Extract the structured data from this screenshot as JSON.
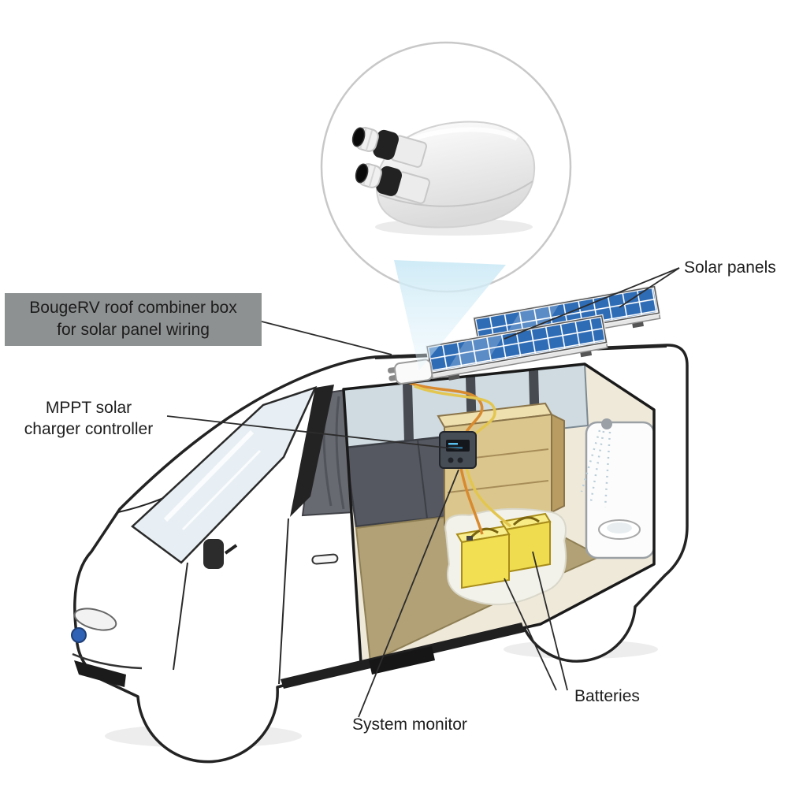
{
  "labels": {
    "solar_panels": "Solar panels",
    "combiner": {
      "line1": "BougeRV roof combiner box",
      "line2": "for solar panel wiring"
    },
    "mppt": {
      "line1": "MPPT solar",
      "line2": "charger controller"
    },
    "batteries": "Batteries",
    "system_monitor": "System monitor"
  },
  "colors": {
    "label_box_bg": "#8e9192",
    "label_text": "#1c1c1c",
    "leader_line": "#2c2c2c",
    "solar_panel_blue": "#2e6cb6",
    "battery_yellow": "#f2e052",
    "cabinet_tan": "#dbc78e",
    "floor_tan": "#b2a176",
    "beam_blue": "#cdeaf6",
    "badge_blue": "#2f62b5"
  }
}
